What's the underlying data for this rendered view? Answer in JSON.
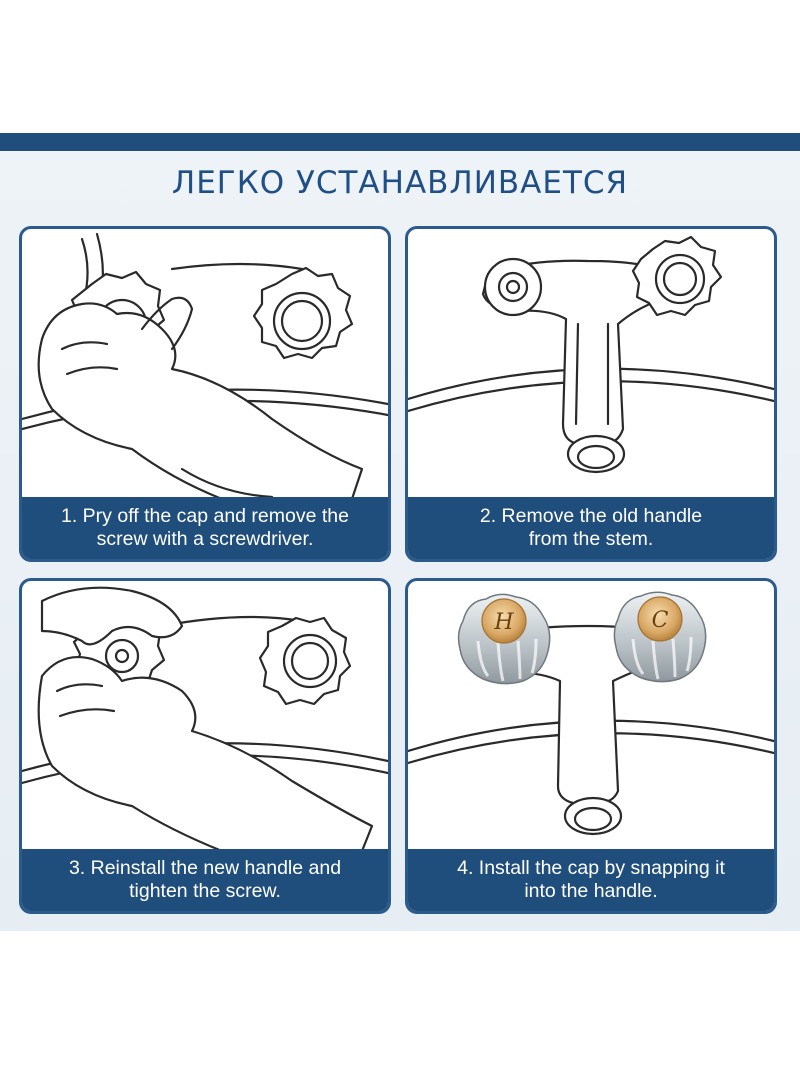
{
  "title": "ЛЕГКО УСТАНАВЛИВАЕТСЯ",
  "colors": {
    "accent": "#1f4d7c",
    "title": "#1f4f86",
    "background": "#e9eff5"
  },
  "steps": [
    {
      "line1": "1. Pry off the cap and remove the",
      "line2": "screw with a screwdriver."
    },
    {
      "line1": "2. Remove the old handle",
      "line2": "from the stem."
    },
    {
      "line1": "3. Reinstall the new handle and",
      "line2": "tighten the screw."
    },
    {
      "line1": "4. Install the cap by snapping it",
      "line2": "into the handle."
    }
  ],
  "knob_letters": {
    "hot": "H",
    "cold": "C"
  }
}
